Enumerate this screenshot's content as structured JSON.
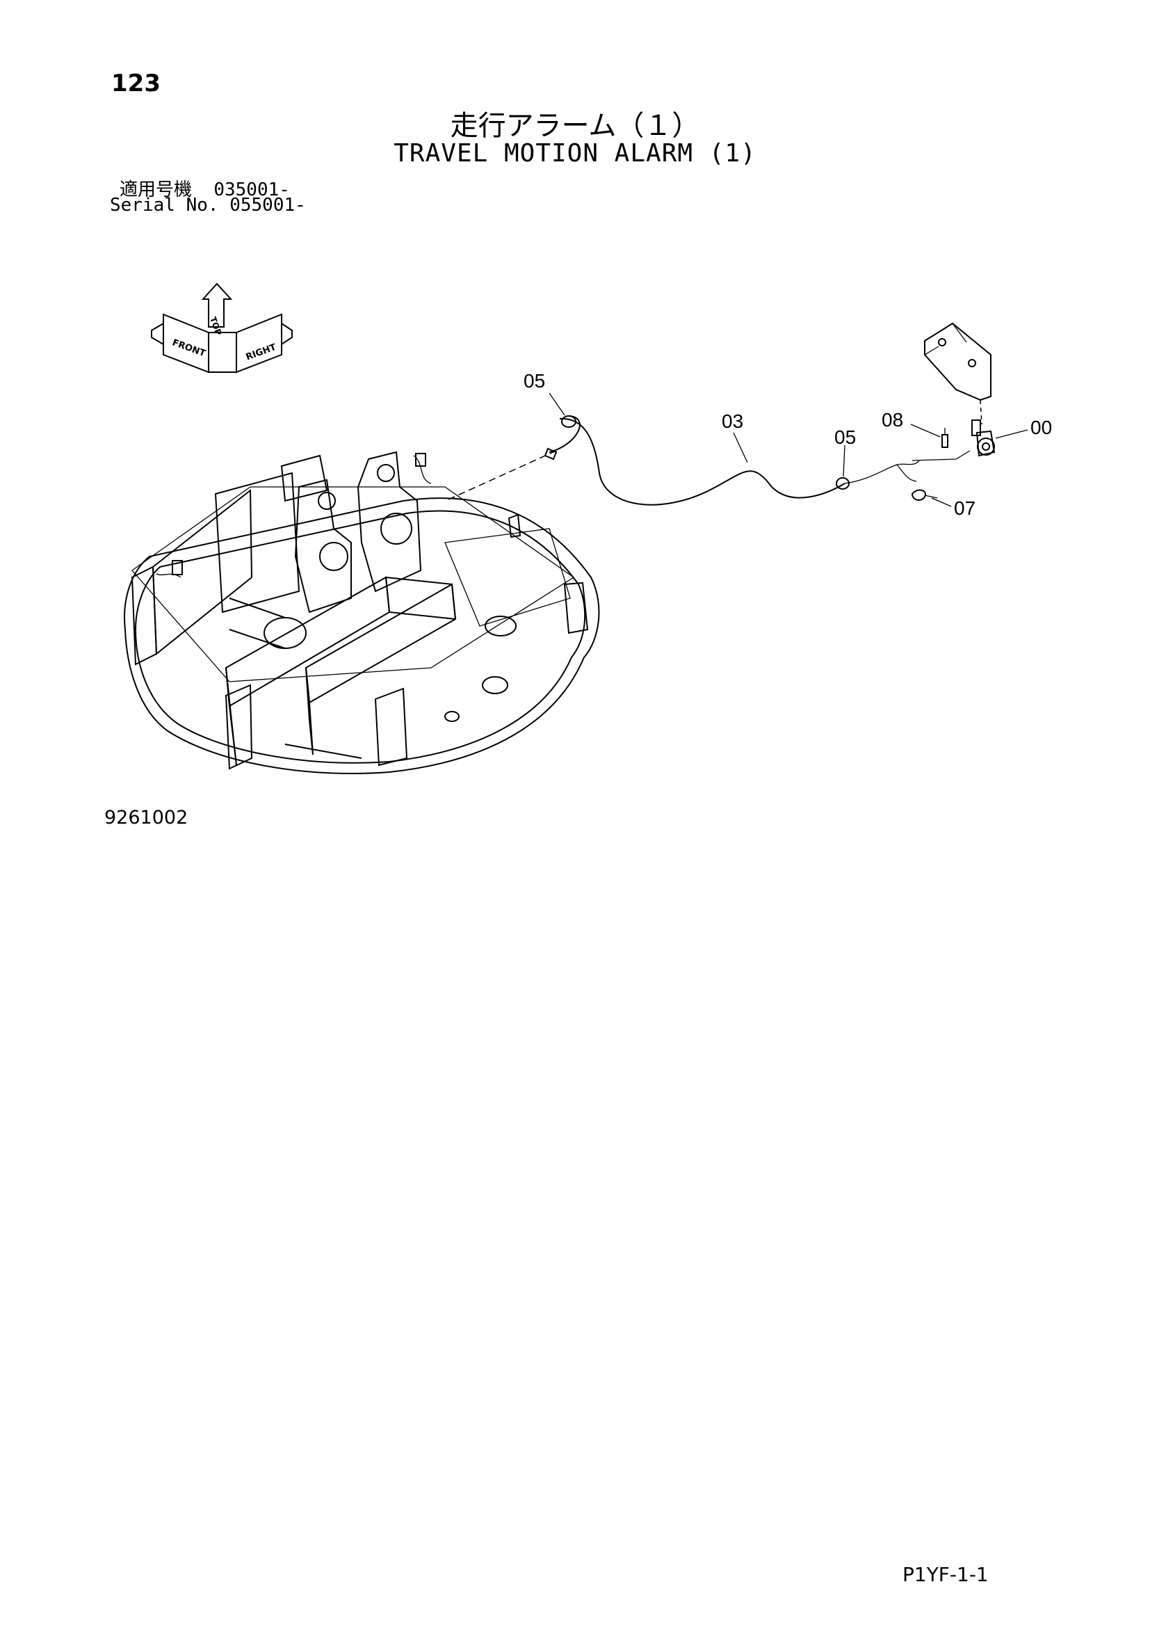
{
  "page_number": "123",
  "title_jp": "走行アラーム（１）",
  "title_en": "TRAVEL MOTION ALARM (1)",
  "serial": {
    "jp_label": "適用号機",
    "jp_value": "035001-",
    "en_label": "Serial No.",
    "en_value": "055001-"
  },
  "orientation_icon": {
    "labels": [
      "FRONT",
      "TOP",
      "RIGHT"
    ]
  },
  "callouts": [
    {
      "id": "c05a",
      "text": "05"
    },
    {
      "id": "c03",
      "text": "03"
    },
    {
      "id": "c05b",
      "text": "05"
    },
    {
      "id": "c08",
      "text": "08"
    },
    {
      "id": "c00",
      "text": "00"
    },
    {
      "id": "c07",
      "text": "07"
    }
  ],
  "drawing_number": "9261002",
  "page_code": "P1YF-1-1"
}
